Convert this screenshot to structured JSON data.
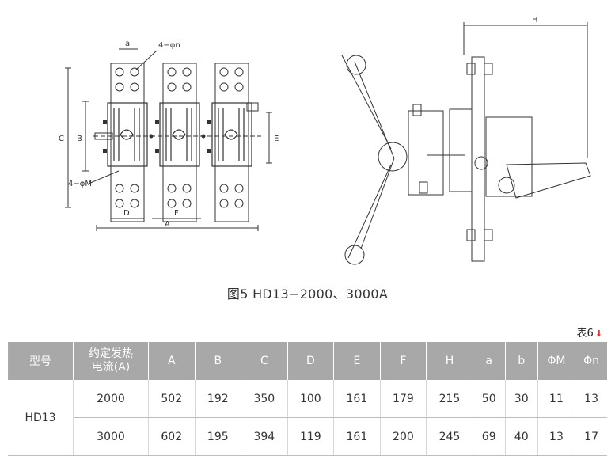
{
  "figure": {
    "caption": "图5 HD13−2000、3000A",
    "dim_labels": {
      "a": "a",
      "n": "4−φn",
      "C": "C",
      "B": "B",
      "M": "4−φM",
      "D": "D",
      "F": "F",
      "A": "A",
      "E": "E",
      "H": "H"
    }
  },
  "table": {
    "tag": "表6",
    "headers": [
      "型号",
      "约定发热电流(A)",
      "A",
      "B",
      "C",
      "D",
      "E",
      "F",
      "H",
      "a",
      "b",
      "ΦM",
      "Φn"
    ],
    "header_line1": "约定发热",
    "header_line2": "电流(A)",
    "model": "HD13",
    "rows": [
      {
        "current": "2000",
        "cells": [
          "502",
          "192",
          "350",
          "100",
          "161",
          "179",
          "215",
          "50",
          "30",
          "11",
          "13"
        ]
      },
      {
        "current": "3000",
        "cells": [
          "602",
          "195",
          "394",
          "119",
          "161",
          "200",
          "245",
          "69",
          "40",
          "13",
          "17"
        ]
      }
    ]
  }
}
